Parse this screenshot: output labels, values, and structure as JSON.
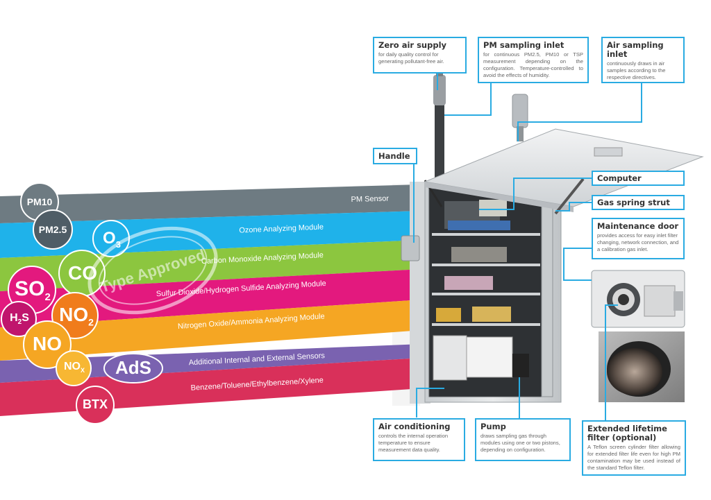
{
  "colors": {
    "accent": "#29abe2",
    "pm_band": "#6e7b82",
    "ozone_band": "#1fb2ea",
    "co_band": "#8cc63f",
    "so2_band": "#e3197e",
    "no2_band": "#f5a623",
    "ads_band": "#7a62b0",
    "btx_band": "#d9305a"
  },
  "bands": [
    {
      "label": "PM Sensor",
      "color": "#6e7b82"
    },
    {
      "label": "Ozone Analyzing Module",
      "color": "#1fb2ea"
    },
    {
      "label": "Carbon Monoxide Analyzing Module",
      "color": "#8cc63f"
    },
    {
      "label": "Sulfur Dioxide/Hydrogen Sulfide Analyzing Module",
      "color": "#e3197e"
    },
    {
      "label": "Nitrogen Oxide/Ammonia Analyzing Module",
      "color": "#f5a623"
    },
    {
      "label": "Additional Internal and External Sensors",
      "color": "#7a62b0"
    },
    {
      "label": "Benzene/Toluene/Ethylbenzene/Xylene",
      "color": "#d9305a"
    }
  ],
  "bubbles": [
    {
      "text": "PM10",
      "sub": ""
    },
    {
      "text": "PM2.5",
      "sub": ""
    },
    {
      "text": "O",
      "sub": "3"
    },
    {
      "text": "CO",
      "sub": ""
    },
    {
      "text": "SO",
      "sub": "2"
    },
    {
      "text": "H",
      "sub": "2",
      "tail": "S"
    },
    {
      "text": "NO",
      "sub": "2"
    },
    {
      "text": "NO",
      "sub": ""
    },
    {
      "text": "NO",
      "sub": "X"
    },
    {
      "text": "AdS",
      "sub": ""
    },
    {
      "text": "BTX",
      "sub": ""
    }
  ],
  "stamp": "Type Approved",
  "callouts": {
    "zero_air": {
      "title": "Zero air supply",
      "desc": "for daily quality control for generating pollutant-free air."
    },
    "pm_inlet": {
      "title": "PM sampling inlet",
      "desc": "for continuous PM2.5, PM10 or TSP measurement depending on the configuration. Temperature-controlled to avoid the effects of humidity."
    },
    "air_inlet": {
      "title": "Air sampling inlet",
      "desc": "continuously draws in air samples according to the respective directives."
    },
    "handle": {
      "title": "Handle"
    },
    "computer": {
      "title": "Computer"
    },
    "gas_spring": {
      "title": "Gas spring strut"
    },
    "maint_door": {
      "title": "Maintenance door",
      "desc": "provides access for easy inlet filter changing, network connection, and a calibration gas inlet."
    },
    "air_cond": {
      "title": "Air conditioning",
      "desc": "controls the internal operation temperature to ensure measurement data quality."
    },
    "pump": {
      "title": "Pump",
      "desc": "draws sampling gas through modules using one or two pistons, depending on configuration."
    },
    "filter": {
      "title": "Extended lifetime filter (optional)",
      "desc": "A Teflon screen cylinder filter allowing for extended filter life even for high PM contamination may be used instead of the standard Teflon filter."
    }
  }
}
